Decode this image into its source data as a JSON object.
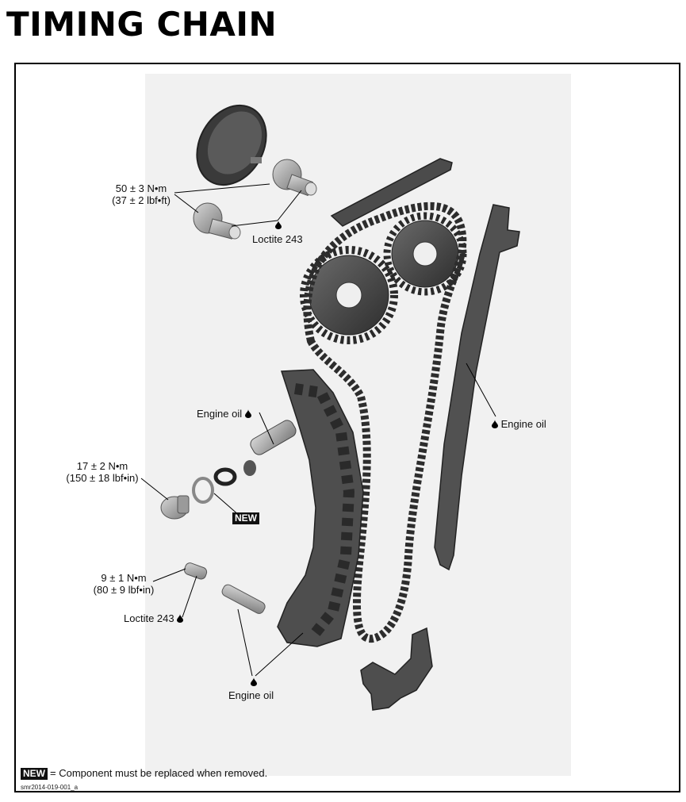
{
  "title": "TIMING CHAIN",
  "labels": {
    "torque_50_nm": "50 ± 3 N•m",
    "torque_50_lbfft": "(37 ± 2 lbf•ft)",
    "loctite_top": "Loctite 243",
    "engine_oil_tensioner": "Engine oil",
    "engine_oil_guide": "Engine oil",
    "torque_17_nm": "17 ± 2 N•m",
    "torque_17_lbfin": "(150 ± 18 lbf•in)",
    "new_tag": "NEW",
    "torque_9_nm": "9 ± 1 N•m",
    "torque_9_lbfin": "(80 ± 9 lbf•in)",
    "loctite_bottom": "Loctite 243",
    "engine_oil_pins": "Engine oil"
  },
  "legend": {
    "new_tag": "NEW",
    "text": "= Component must be replaced when removed."
  },
  "reference_code": "smr2014-019-001_a"
}
